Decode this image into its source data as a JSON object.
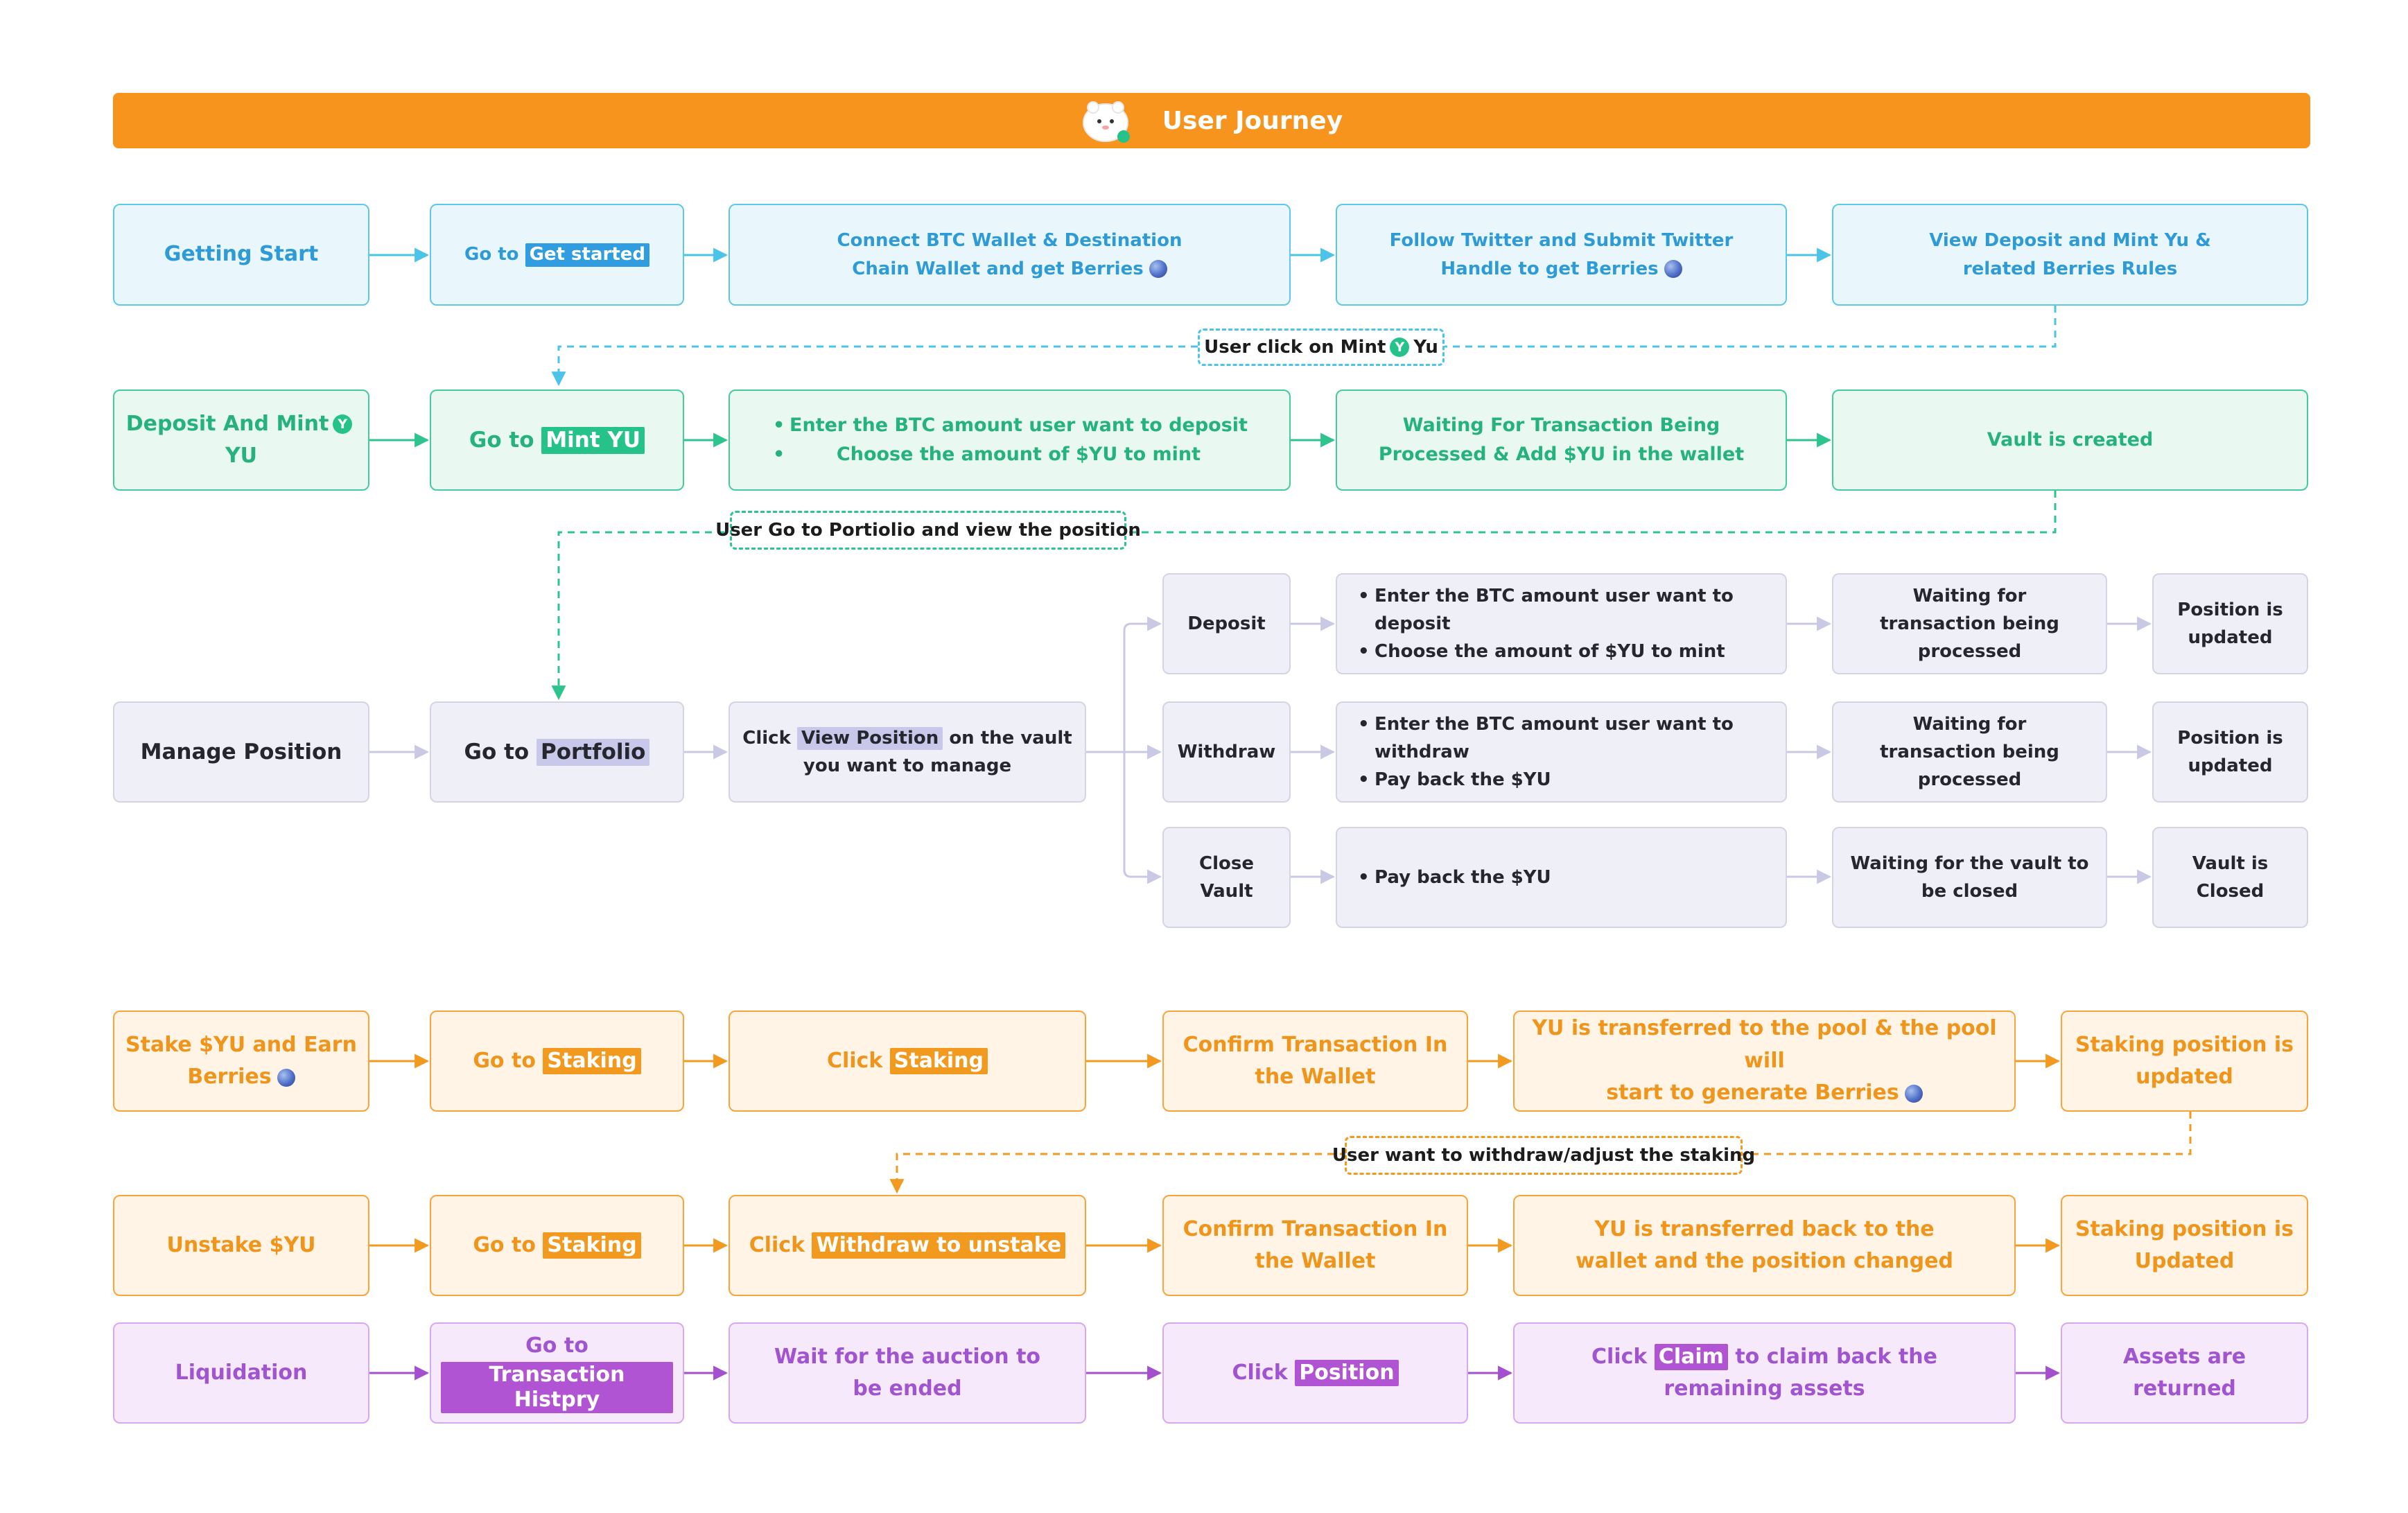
{
  "header": {
    "title": "User Journey"
  },
  "flow": {
    "r1": {
      "n1": "Getting Start",
      "n2_pre": "Go to",
      "n2_hl": "Get started",
      "n3_l1": "Connect BTC Wallet & Destination",
      "n3_l2": "Chain Wallet and get Berries",
      "n4_l1": "Follow Twitter and Submit Twitter",
      "n4_l2": "Handle to get Berries",
      "n5_l1": "View Deposit and Mint Yu &",
      "n5_l2": "related Berries Rules"
    },
    "c1": {
      "pre": "User click on Mint",
      "post": "Yu"
    },
    "r2": {
      "n1_pre": "Deposit And Mint",
      "n1_post": "YU",
      "n2_pre": "Go to",
      "n2_hl": "Mint YU",
      "n3_b1": "Enter the BTC amount user want to deposit",
      "n3_b2": "Choose the amount of $YU to mint",
      "n4_l1": "Waiting For Transaction Being",
      "n4_l2": "Processed & Add $YU in the wallet",
      "n5": "Vault is created"
    },
    "c2": "User Go to Portiolio and view the position",
    "r3": {
      "n1": "Manage Position",
      "n2_pre": "Go to",
      "n2_hl": "Portfolio",
      "n3_pre": "Click",
      "n3_hl": "View Position",
      "n3_post": "on the vault",
      "n3_l2": "you want to manage",
      "deposit": {
        "label": "Deposit",
        "b1": "Enter the BTC amount user want to deposit",
        "b2": "Choose the amount of $YU to mint",
        "wait_l1": "Waiting for",
        "wait_l2": "transaction being processed",
        "res_l1": "Position is",
        "res_l2": "updated"
      },
      "withdraw": {
        "label": "Withdraw",
        "b1": "Enter the BTC amount user want to withdraw",
        "b2": "Pay back the $YU",
        "wait_l1": "Waiting for",
        "wait_l2": "transaction being processed",
        "res_l1": "Position is",
        "res_l2": "updated"
      },
      "close": {
        "label_l1": "Close",
        "label_l2": "Vault",
        "b1": "Pay back the $YU",
        "wait_l1": "Waiting for the vault to",
        "wait_l2": "be closed",
        "res_l1": "Vault is",
        "res_l2": "Closed"
      }
    },
    "r4": {
      "n1_l1": "Stake $YU and Earn",
      "n1_l2": "Berries",
      "n2_pre": "Go to",
      "n2_hl": "Staking",
      "n3_pre": "Click",
      "n3_hl": "Staking",
      "n4_l1": "Confirm Transaction In",
      "n4_l2": "the Wallet",
      "n5_l1": "YU is transferred to the pool & the pool will",
      "n5_l2": "start to generate Berries",
      "n6_l1": "Staking position is",
      "n6_l2": "updated"
    },
    "c3": "User want to withdraw/adjust the staking",
    "r5": {
      "n1": "Unstake $YU",
      "n2_pre": "Go to",
      "n2_hl": "Staking",
      "n3_pre": "Click",
      "n3_hl": "Withdraw to unstake",
      "n4_l1": "Confirm Transaction In",
      "n4_l2": "the Wallet",
      "n5_l1": "YU is transferred back to the",
      "n5_l2": "wallet and the position changed",
      "n6_l1": "Staking position is",
      "n6_l2": "Updated"
    },
    "r6": {
      "n1": "Liquidation",
      "n2_l1": "Go to",
      "n2_hl": "Transaction Histpry",
      "n3_l1": "Wait for the auction to",
      "n3_l2": "be ended",
      "n4_pre": "Click",
      "n4_hl": "Position",
      "n5_pre": "Click",
      "n5_hl": "Claim",
      "n5_post": "to claim back the",
      "n5_l2": "remaining assets",
      "n6_l1": "Assets are",
      "n6_l2": "returned"
    }
  },
  "icons": {
    "berry": "berry-icon",
    "yu": "yu-token-icon",
    "mascot": "mascot-icon",
    "yu_glyph": "Y"
  },
  "colors": {
    "title": "#f7941d",
    "blue_row": "#2e9ad6",
    "green_row": "#25b27c",
    "gray_row": "#26262e",
    "orange_row": "#f0951c",
    "purple_row": "#a154cf"
  }
}
